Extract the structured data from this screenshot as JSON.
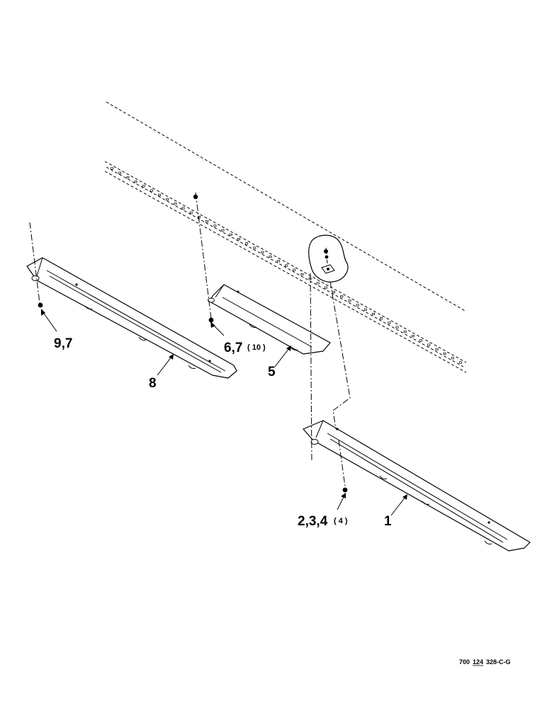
{
  "callouts": {
    "part_8": "8",
    "part_5": "5",
    "part_1": "1",
    "hw_9_7": "9,7",
    "hw_6_7": "6,7",
    "hw_6_7_qty": "( 10 )",
    "hw_2_3_4": "2,3,4",
    "hw_2_3_4_qty": "( 4 )"
  },
  "drawing_number": {
    "prefix": "700",
    "underlined": "124",
    "suffix": "328-C-G"
  }
}
